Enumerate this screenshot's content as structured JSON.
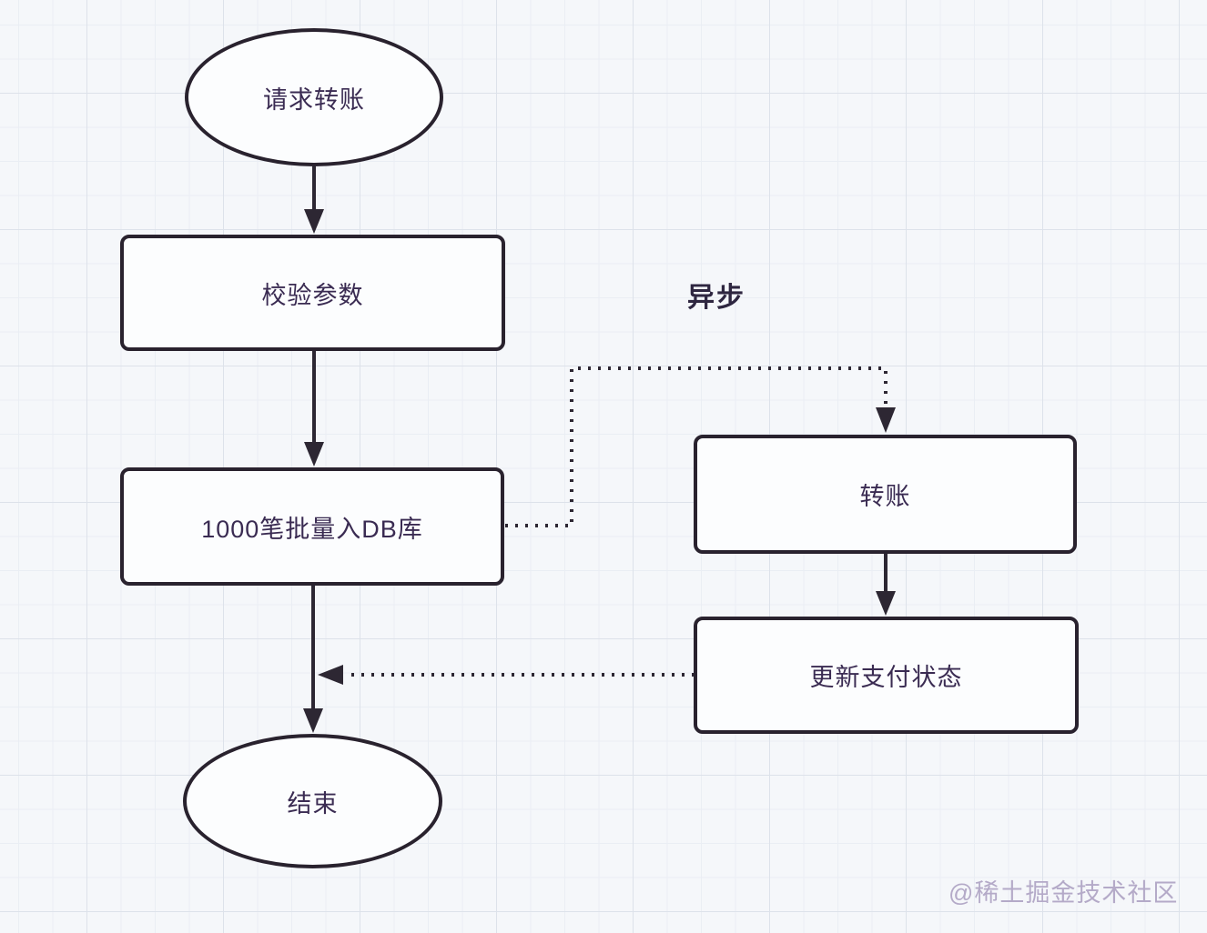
{
  "diagram": {
    "type": "flowchart",
    "nodes": {
      "start": {
        "label": "请求转账",
        "shape": "ellipse"
      },
      "validate": {
        "label": "校验参数",
        "shape": "rect"
      },
      "batch_db": {
        "label": "1000笔批量入DB库",
        "shape": "rect"
      },
      "transfer": {
        "label": "转账",
        "shape": "rect"
      },
      "update_status": {
        "label": "更新支付状态",
        "shape": "rect"
      },
      "end": {
        "label": "结束",
        "shape": "ellipse"
      }
    },
    "edges": [
      {
        "from": "start",
        "to": "validate",
        "style": "solid"
      },
      {
        "from": "validate",
        "to": "batch_db",
        "style": "solid"
      },
      {
        "from": "batch_db",
        "to": "end",
        "style": "solid"
      },
      {
        "from": "batch_db",
        "to": "transfer",
        "style": "dotted",
        "label": "异步"
      },
      {
        "from": "transfer",
        "to": "update_status",
        "style": "solid"
      },
      {
        "from": "update_status",
        "to": "batch_db_end_line",
        "style": "dotted"
      }
    ],
    "async_label": "异步"
  },
  "watermark": {
    "text": "@稀土掘金技术社区"
  },
  "colors": {
    "background": "#f5f7fa",
    "grid_minor": "#eaeef4",
    "grid_major": "#dde2ea",
    "node_fill": "#fcfdfe",
    "node_border": "#29222e",
    "node_text": "#3a2b52",
    "connector": "#2d2733",
    "watermark_text": "#b4aac8"
  }
}
